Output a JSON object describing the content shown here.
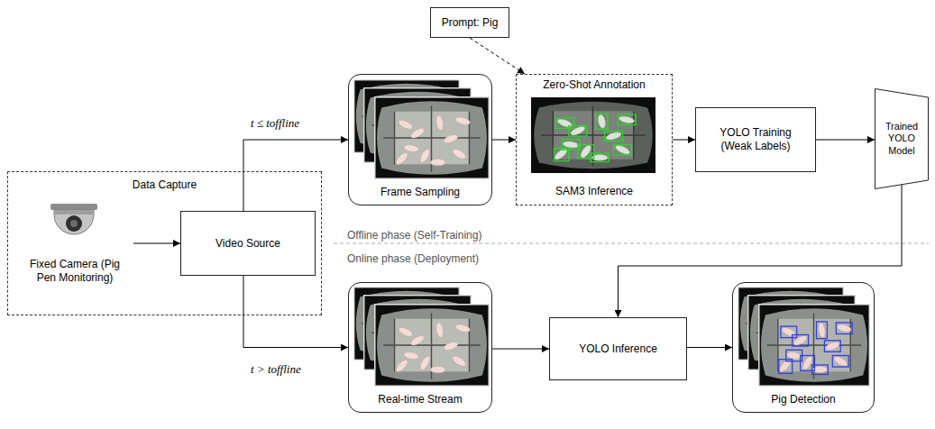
{
  "diagram": {
    "nodes": [
      {
        "text": [
          "Data Capture"
        ]
      },
      {
        "text": [
          "Fixed Camera (Pig Pen Monitoring)"
        ],
        "in": 0
      },
      {
        "text": [
          "Video Source"
        ],
        "in": 0
      },
      {
        "text": [
          "Frame Sampling"
        ]
      },
      {
        "text": [
          "Prompt: Pig"
        ]
      },
      {
        "text": [
          "Zero-Shot Annotation",
          "SAM3 Inference"
        ]
      },
      {
        "text": [
          "YOLO Training (Weak Labels)"
        ]
      },
      {
        "text": [
          "Trained YOLO Model"
        ]
      },
      {
        "text": [
          "Real-time Stream"
        ]
      },
      {
        "text": [
          "YOLO Inference"
        ]
      },
      {
        "text": [
          "Pig Detection"
        ]
      }
    ],
    "edges": [
      {
        "from": 1,
        "to": 2,
        "arrow": "to"
      },
      {
        "from": 2,
        "to": 3,
        "label": "t ≤ toffline",
        "arrow": "to"
      },
      {
        "from": 3,
        "to": 5,
        "arrow": "to"
      },
      {
        "from": 4,
        "to": 5,
        "arrow": "to"
      },
      {
        "from": 5,
        "to": 6,
        "arrow": "to"
      },
      {
        "from": 6,
        "to": 7,
        "arrow": "to"
      },
      {
        "from": 2,
        "to": 8,
        "label": "t > toffline",
        "arrow": "to"
      },
      {
        "from": 8,
        "to": 9,
        "arrow": "to"
      },
      {
        "from": 7,
        "to": 9,
        "arrow": "to"
      },
      {
        "from": 9,
        "to": 10,
        "arrow": "to"
      }
    ],
    "labels": [
      "Offline phase (Self-Training)",
      "Online phase (Deployment)"
    ]
  }
}
